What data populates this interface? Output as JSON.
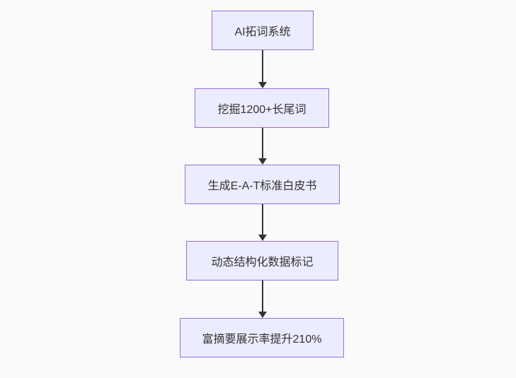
{
  "flowchart": {
    "type": "flowchart-vertical",
    "background_color": "#fafafa",
    "node_fill_color": "#ececff",
    "node_border_color": "#9370db",
    "text_color": "#333333",
    "arrow_color": "#333333",
    "nodes": [
      {
        "id": "node-1",
        "label": "AI拓词系统"
      },
      {
        "id": "node-2",
        "label": "挖掘1200+长尾词"
      },
      {
        "id": "node-3",
        "label": "生成E-A-T标准白皮书"
      },
      {
        "id": "node-4",
        "label": "动态结构化数据标记"
      },
      {
        "id": "node-5",
        "label": "富摘要展示率提升210%"
      }
    ],
    "edges": [
      {
        "from": "node-1",
        "to": "node-2"
      },
      {
        "from": "node-2",
        "to": "node-3"
      },
      {
        "from": "node-3",
        "to": "node-4"
      },
      {
        "from": "node-4",
        "to": "node-5"
      }
    ]
  }
}
